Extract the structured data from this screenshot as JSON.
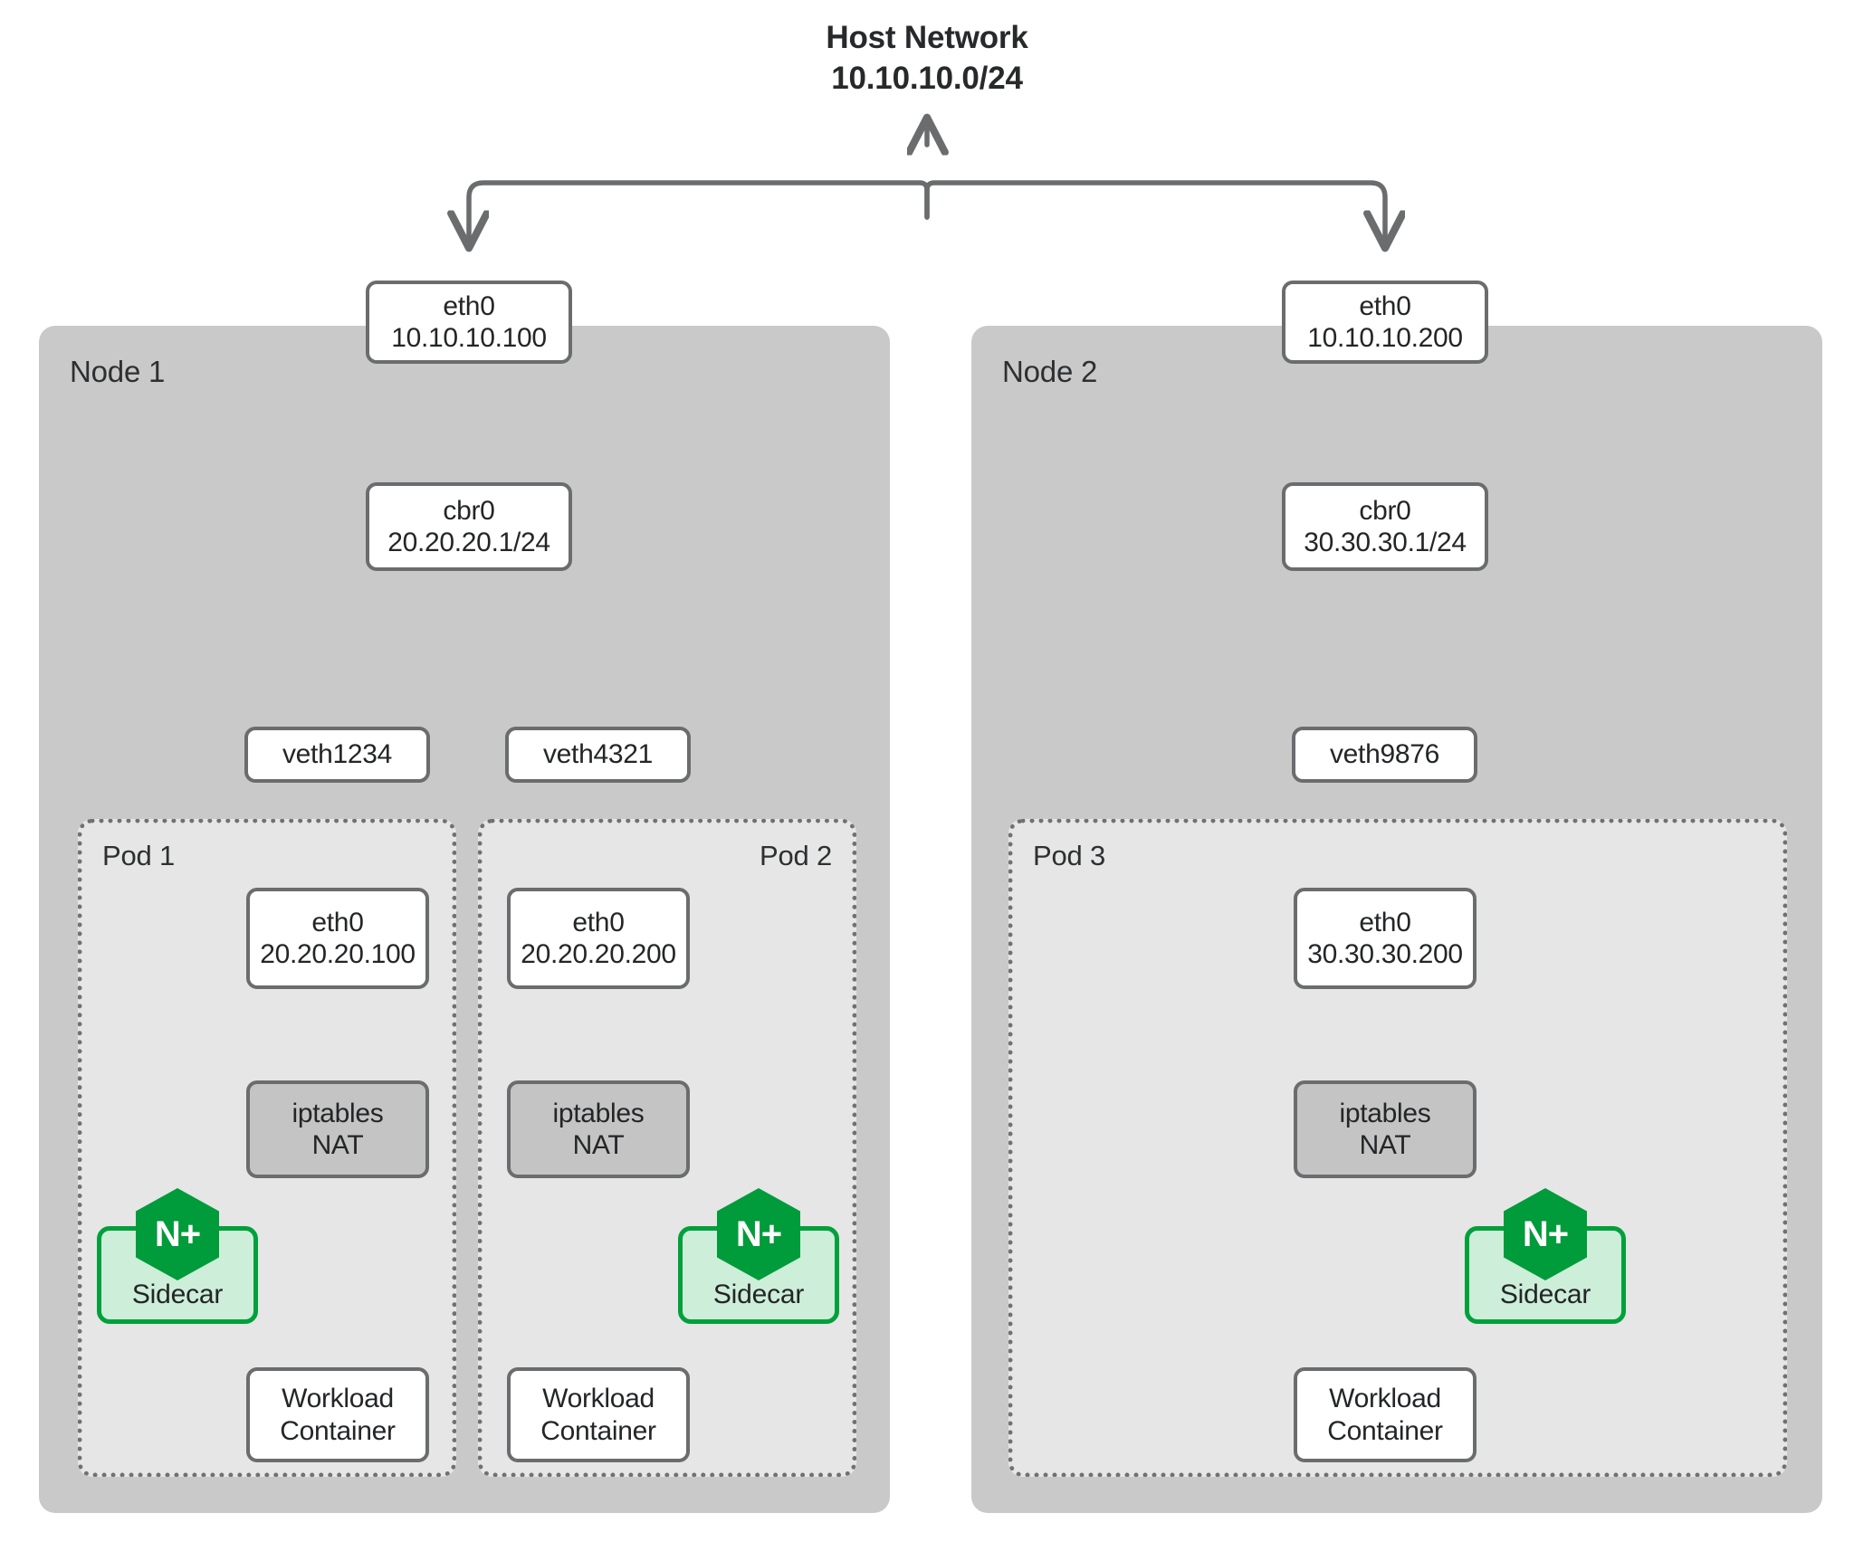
{
  "diagram": {
    "title_line1": "Host Network",
    "title_line2": "10.10.10.0/24",
    "colors": {
      "node_fill": "#c9c9c9",
      "pod_fill": "#e6e6e6",
      "box_stroke": "#6a6c6e",
      "nat_fill": "#c4c4c4",
      "sidecar_fill": "#cdeed8",
      "sidecar_stroke": "#00a03c",
      "hex_fill": "#009b3a",
      "text": "#232527",
      "arrow": "#6a6c6e"
    }
  },
  "nodes": [
    {
      "label": "Node 1",
      "eth0_name": "eth0",
      "eth0_ip": "10.10.10.100",
      "bridge_name": "cbr0",
      "bridge_cidr": "20.20.20.1/24",
      "veths": [
        "veth1234",
        "veth4321"
      ],
      "pods": [
        {
          "label": "Pod 1",
          "eth0_name": "eth0",
          "eth0_ip": "20.20.20.100",
          "nat_line1": "iptables",
          "nat_line2": "NAT",
          "sidecar_label": "Sidecar",
          "sidecar_badge": "N+",
          "workload_line1": "Workload",
          "workload_line2": "Container"
        },
        {
          "label": "Pod 2",
          "eth0_name": "eth0",
          "eth0_ip": "20.20.20.200",
          "nat_line1": "iptables",
          "nat_line2": "NAT",
          "sidecar_label": "Sidecar",
          "sidecar_badge": "N+",
          "workload_line1": "Workload",
          "workload_line2": "Container"
        }
      ]
    },
    {
      "label": "Node 2",
      "eth0_name": "eth0",
      "eth0_ip": "10.10.10.200",
      "bridge_name": "cbr0",
      "bridge_cidr": "30.30.30.1/24",
      "veths": [
        "veth9876"
      ],
      "pods": [
        {
          "label": "Pod 3",
          "eth0_name": "eth0",
          "eth0_ip": "30.30.30.200",
          "nat_line1": "iptables",
          "nat_line2": "NAT",
          "sidecar_label": "Sidecar",
          "sidecar_badge": "N+",
          "workload_line1": "Workload",
          "workload_line2": "Container"
        }
      ]
    }
  ]
}
